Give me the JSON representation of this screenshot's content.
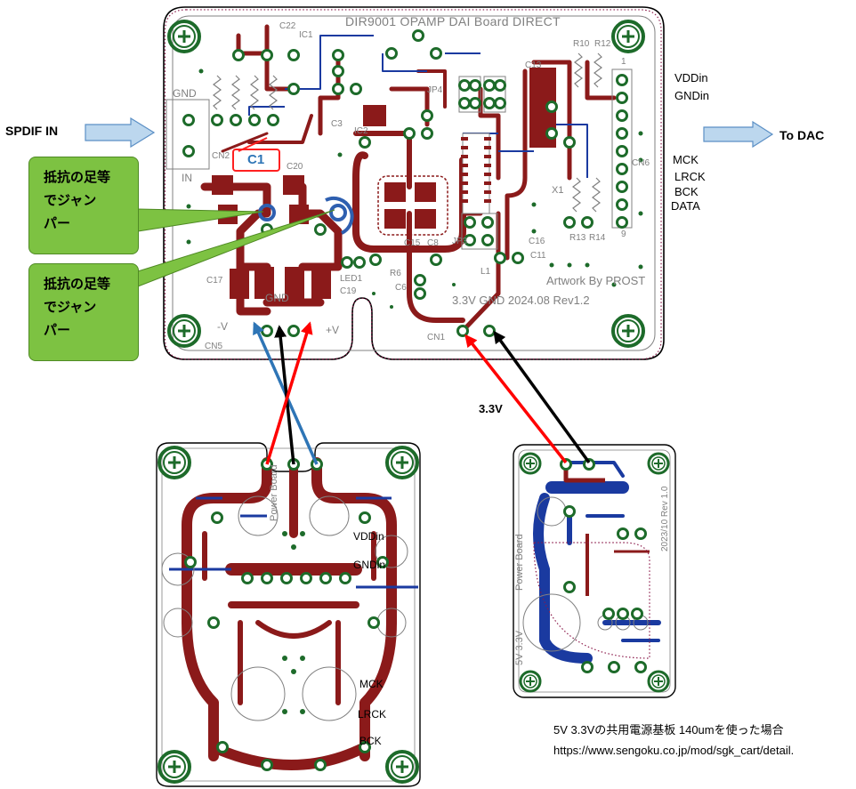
{
  "main_board": {
    "title": "DIR9001  OPAMP DAI Board DIRECT",
    "artwork": "Artwork By PROST",
    "revision": "3.3V  GND 2024.08 Rev1.2",
    "labels": {
      "gnd_top": "GND",
      "in": "IN",
      "c1": "C1",
      "c20": "C20",
      "c22": "C22",
      "ic1": "IC1",
      "ic2": "IC2",
      "c17": "C17",
      "c19": "C19",
      "led1": "LED1",
      "r6": "R6",
      "c6": "C6",
      "c8": "C8",
      "c15": "C15",
      "c16": "C16",
      "c11": "C11",
      "l1": "L1",
      "jp3": "JP3",
      "jp4": "JP4",
      "x1": "X1",
      "cn6": "CN6",
      "cn5": "CN5",
      "cn1": "CN1",
      "cn2": "CN2",
      "minus_v": "-V",
      "plus_v": "+V",
      "gnd_bottom": "GND",
      "r13": "R13",
      "r14": "R14",
      "r10": "R10",
      "r12": "R12",
      "c13": "C13",
      "c3": "C3",
      "pin1": "1",
      "pin9": "9"
    }
  },
  "left_side": {
    "spdif_label": "SPDIF IN"
  },
  "callouts": [
    {
      "lines": [
        "抵抗の足等",
        "でジャン",
        "パー"
      ]
    },
    {
      "lines": [
        "抵抗の足等",
        "でジャン",
        "パー"
      ]
    }
  ],
  "right_side": {
    "to_dac": "To DAC",
    "power_pins": [
      "VDDin",
      "GNDin"
    ],
    "signal_pins": [
      "MCK",
      "LRCK",
      "BCK",
      "DATA"
    ]
  },
  "power_33_label": "3.3V",
  "power_board_left": {
    "labels": [
      "VDDin",
      "GNDin",
      "MCK",
      "LRCK",
      "BCK",
      "Power Board"
    ]
  },
  "power_board_right": {
    "labels": [
      "Power Board",
      "5V 3.3V",
      "2023/10 Rev 1.0"
    ]
  },
  "note": {
    "line1": "5V 3.3Vの共用電源基板 140umを使った場合",
    "line2": "https://www.sengoku.co.jp/mod/sgk_cart/detail."
  },
  "colors": {
    "board_outline": "#000000",
    "trace_red": "#8b1a1a",
    "trace_blue": "#1a3aa0",
    "silkscreen": "#808080",
    "pad_green": "#1d6b2a",
    "arrow_fill": "#bcd7ee",
    "arrow_border": "#5b8fc5",
    "callout_green": "#7dc242",
    "wire_red": "#ff0000",
    "wire_black": "#000000",
    "wire_blue": "#2e75b6"
  }
}
